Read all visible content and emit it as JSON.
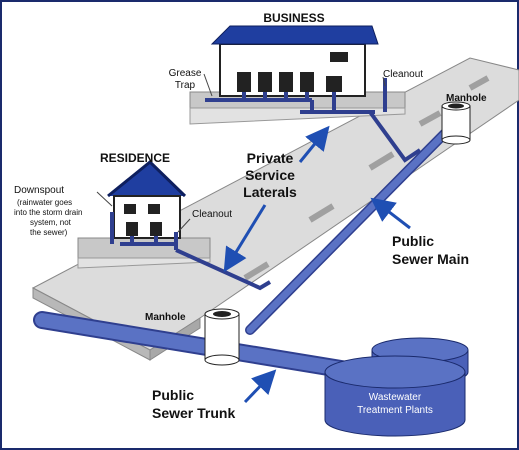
{
  "colors": {
    "pipe": "#5a72c4",
    "pipe_dark": "#2f3f8f",
    "arrow": "#1f4fb3",
    "roof": "#1f3ea0",
    "street": "#dcdcdc",
    "ground": "#c8c8c8",
    "frame": "#1a2a6c"
  },
  "labels": {
    "business": "BUSINESS",
    "residence": "RESIDENCE",
    "grease_trap_1": "Grease",
    "grease_trap_2": "Trap",
    "cleanout_business": "Cleanout",
    "cleanout_residence": "Cleanout",
    "manhole_top": "Manhole",
    "manhole_bottom": "Manhole",
    "private_1": "Private",
    "private_2": "Service",
    "private_3": "Laterals",
    "downspout": "Downspout",
    "downspout_note_1": "(rainwater goes",
    "downspout_note_2": "into the storm drain",
    "downspout_note_3": "system, not",
    "downspout_note_4": "the sewer)",
    "sewer_main_1": "Public",
    "sewer_main_2": "Sewer Main",
    "sewer_trunk_1": "Public",
    "sewer_trunk_2": "Sewer Trunk",
    "plant_1": "Wastewater",
    "plant_2": "Treatment Plants"
  }
}
